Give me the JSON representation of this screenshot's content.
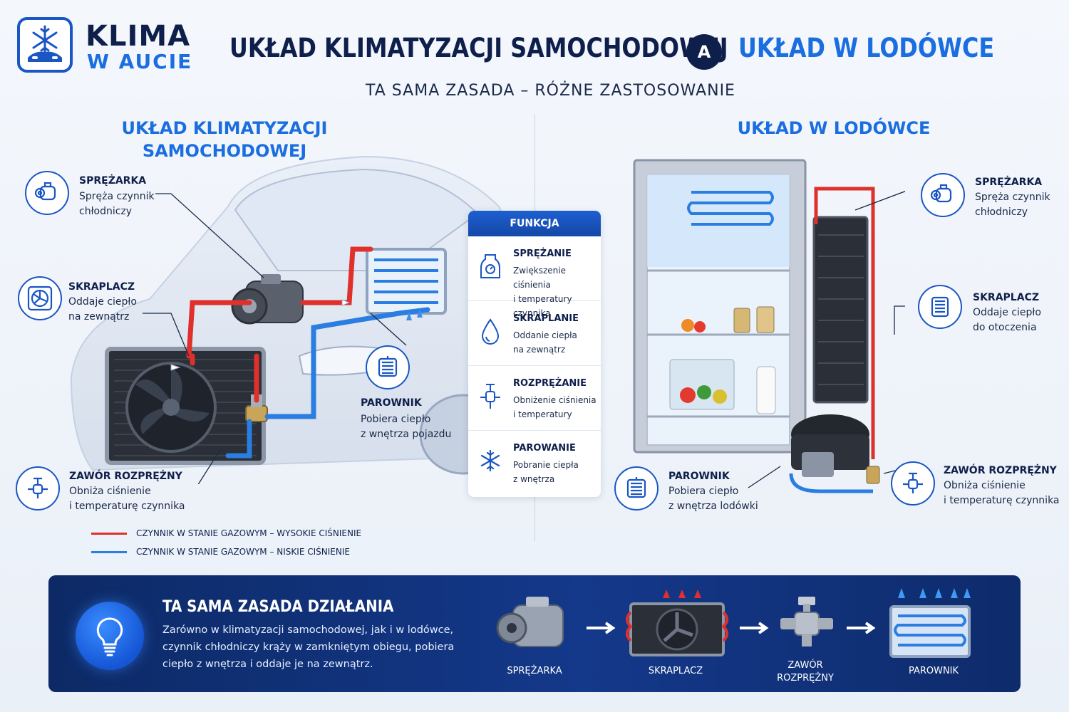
{
  "logo": {
    "line1": "KLIMA",
    "line2": "W AUCIE"
  },
  "header": {
    "title_left": "UKŁAD KLIMATYZACJI SAMOCHODOWEJ",
    "vs_badge": "A",
    "title_right": "UKŁAD W LODÓWCE",
    "subtitle": "TA SAMA ZASADA – RÓŻNE ZASTOSOWANIE"
  },
  "car_section": {
    "title_line1": "UKŁAD KLIMATYZACJI",
    "title_line2": "SAMOCHODOWEJ",
    "callouts": [
      {
        "title": "SPRĘŻARKA",
        "desc_line1": "Spręża czynnik",
        "desc_line2": "chłodniczy",
        "icon": "compressor-icon"
      },
      {
        "title": "SKRAPLACZ",
        "desc_line1": "Oddaje ciepło",
        "desc_line2": "na zewnątrz",
        "icon": "condenser-fan-icon"
      },
      {
        "title": "ZAWÓR ROZPRĘŻNY",
        "desc_line1": "Obniża ciśnienie",
        "desc_line2": "i temperaturę czynnika",
        "icon": "valve-icon"
      },
      {
        "title": "PAROWNIK",
        "desc_line1": "Pobiera ciepło",
        "desc_line2": "z wnętrza pojazdu",
        "icon": "evaporator-icon"
      }
    ]
  },
  "fridge_section": {
    "title": "UKŁAD W LODÓWCE",
    "callouts": [
      {
        "title": "SPRĘŻARKA",
        "desc_line1": "Spręża czynnik",
        "desc_line2": "chłodniczy",
        "icon": "compressor-icon"
      },
      {
        "title": "SKRAPLACZ",
        "desc_line1": "Oddaje ciepło",
        "desc_line2": "do otoczenia",
        "icon": "condenser-coil-icon"
      },
      {
        "title": "PAROWNIK",
        "desc_line1": "Pobiera ciepło",
        "desc_line2": "z wnętrza lodówki",
        "icon": "evaporator-icon"
      },
      {
        "title": "ZAWÓR ROZPRĘŻNY",
        "desc_line1": "Obniża ciśnienie",
        "desc_line2": "i temperaturę czynnika",
        "icon": "valve-icon"
      }
    ]
  },
  "function_panel": {
    "header": "FUNKCJA",
    "rows": [
      {
        "title": "SPRĘŻANIE",
        "desc_line1": "Zwiększenie ciśnienia",
        "desc_line2": "i temperatury czynnika",
        "icon": "pressure-icon"
      },
      {
        "title": "SKRAPLANIE",
        "desc_line1": "Oddanie ciepła",
        "desc_line2": "na zewnątrz",
        "icon": "droplet-icon"
      },
      {
        "title": "ROZPRĘŻANIE",
        "desc_line1": "Obniżenie ciśnienia",
        "desc_line2": "i temperatury",
        "icon": "valve-icon"
      },
      {
        "title": "PAROWANIE",
        "desc_line1": "Pobranie ciepła",
        "desc_line2": "z wnętrza",
        "icon": "snowflake-icon"
      }
    ]
  },
  "legend": [
    {
      "label": "CZYNNIK W STANIE GAZOWYM – WYSOKIE CIŚNIENIE",
      "color": "#e0302c"
    },
    {
      "label": "CZYNNIK W STANIE GAZOWYM – NISKIE CIŚNIENIE",
      "color": "#2a7de1"
    }
  ],
  "banner": {
    "title": "TA SAMA ZASADA DZIAŁANIA",
    "text": "Zarówno w klimatyzacji samochodowej, jak i w lodówce, czynnik chłodniczy krąży w zamkniętym obiegu, pobiera ciepło z wnętrza i oddaje je na zewnątrz.",
    "flow": [
      {
        "label": "SPRĘŻARKA"
      },
      {
        "label_line1": "SKRAPLACZ"
      },
      {
        "label_line1": "ZAWÓR",
        "label_line2": "ROZPRĘŻNY"
      },
      {
        "label": "PAROWNIK"
      }
    ]
  },
  "colors": {
    "navy": "#0e1f4b",
    "accent": "#1a6ee0",
    "hot": "#e0302c",
    "cold": "#2a7de1"
  }
}
